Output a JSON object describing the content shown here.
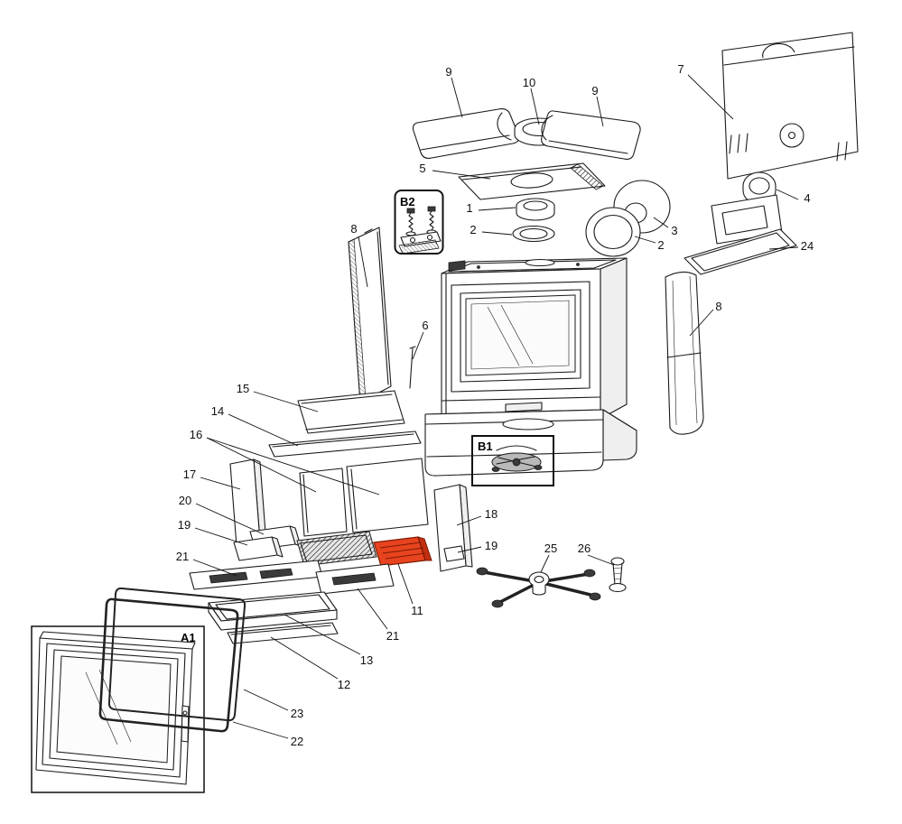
{
  "page": {
    "background": "#ffffff"
  },
  "diagram": {
    "kind": "exploded-parts-diagram",
    "subject": "stove-fireplace-insert",
    "line_color": "#1a1a1a",
    "highlight_color": "#e8431f",
    "highlight_stroke": "#7a1a00",
    "insets": {
      "a1": "A1",
      "b1": "B1",
      "b2": "B2"
    },
    "callouts": [
      "9",
      "10",
      "9",
      "7",
      "5",
      "1",
      "2",
      "3",
      "2",
      "4",
      "24",
      "8",
      "8",
      "6",
      "15",
      "14",
      "16",
      "17",
      "20",
      "19",
      "21",
      "18",
      "19",
      "25",
      "26",
      "11",
      "21",
      "13",
      "12",
      "23",
      "22"
    ]
  }
}
